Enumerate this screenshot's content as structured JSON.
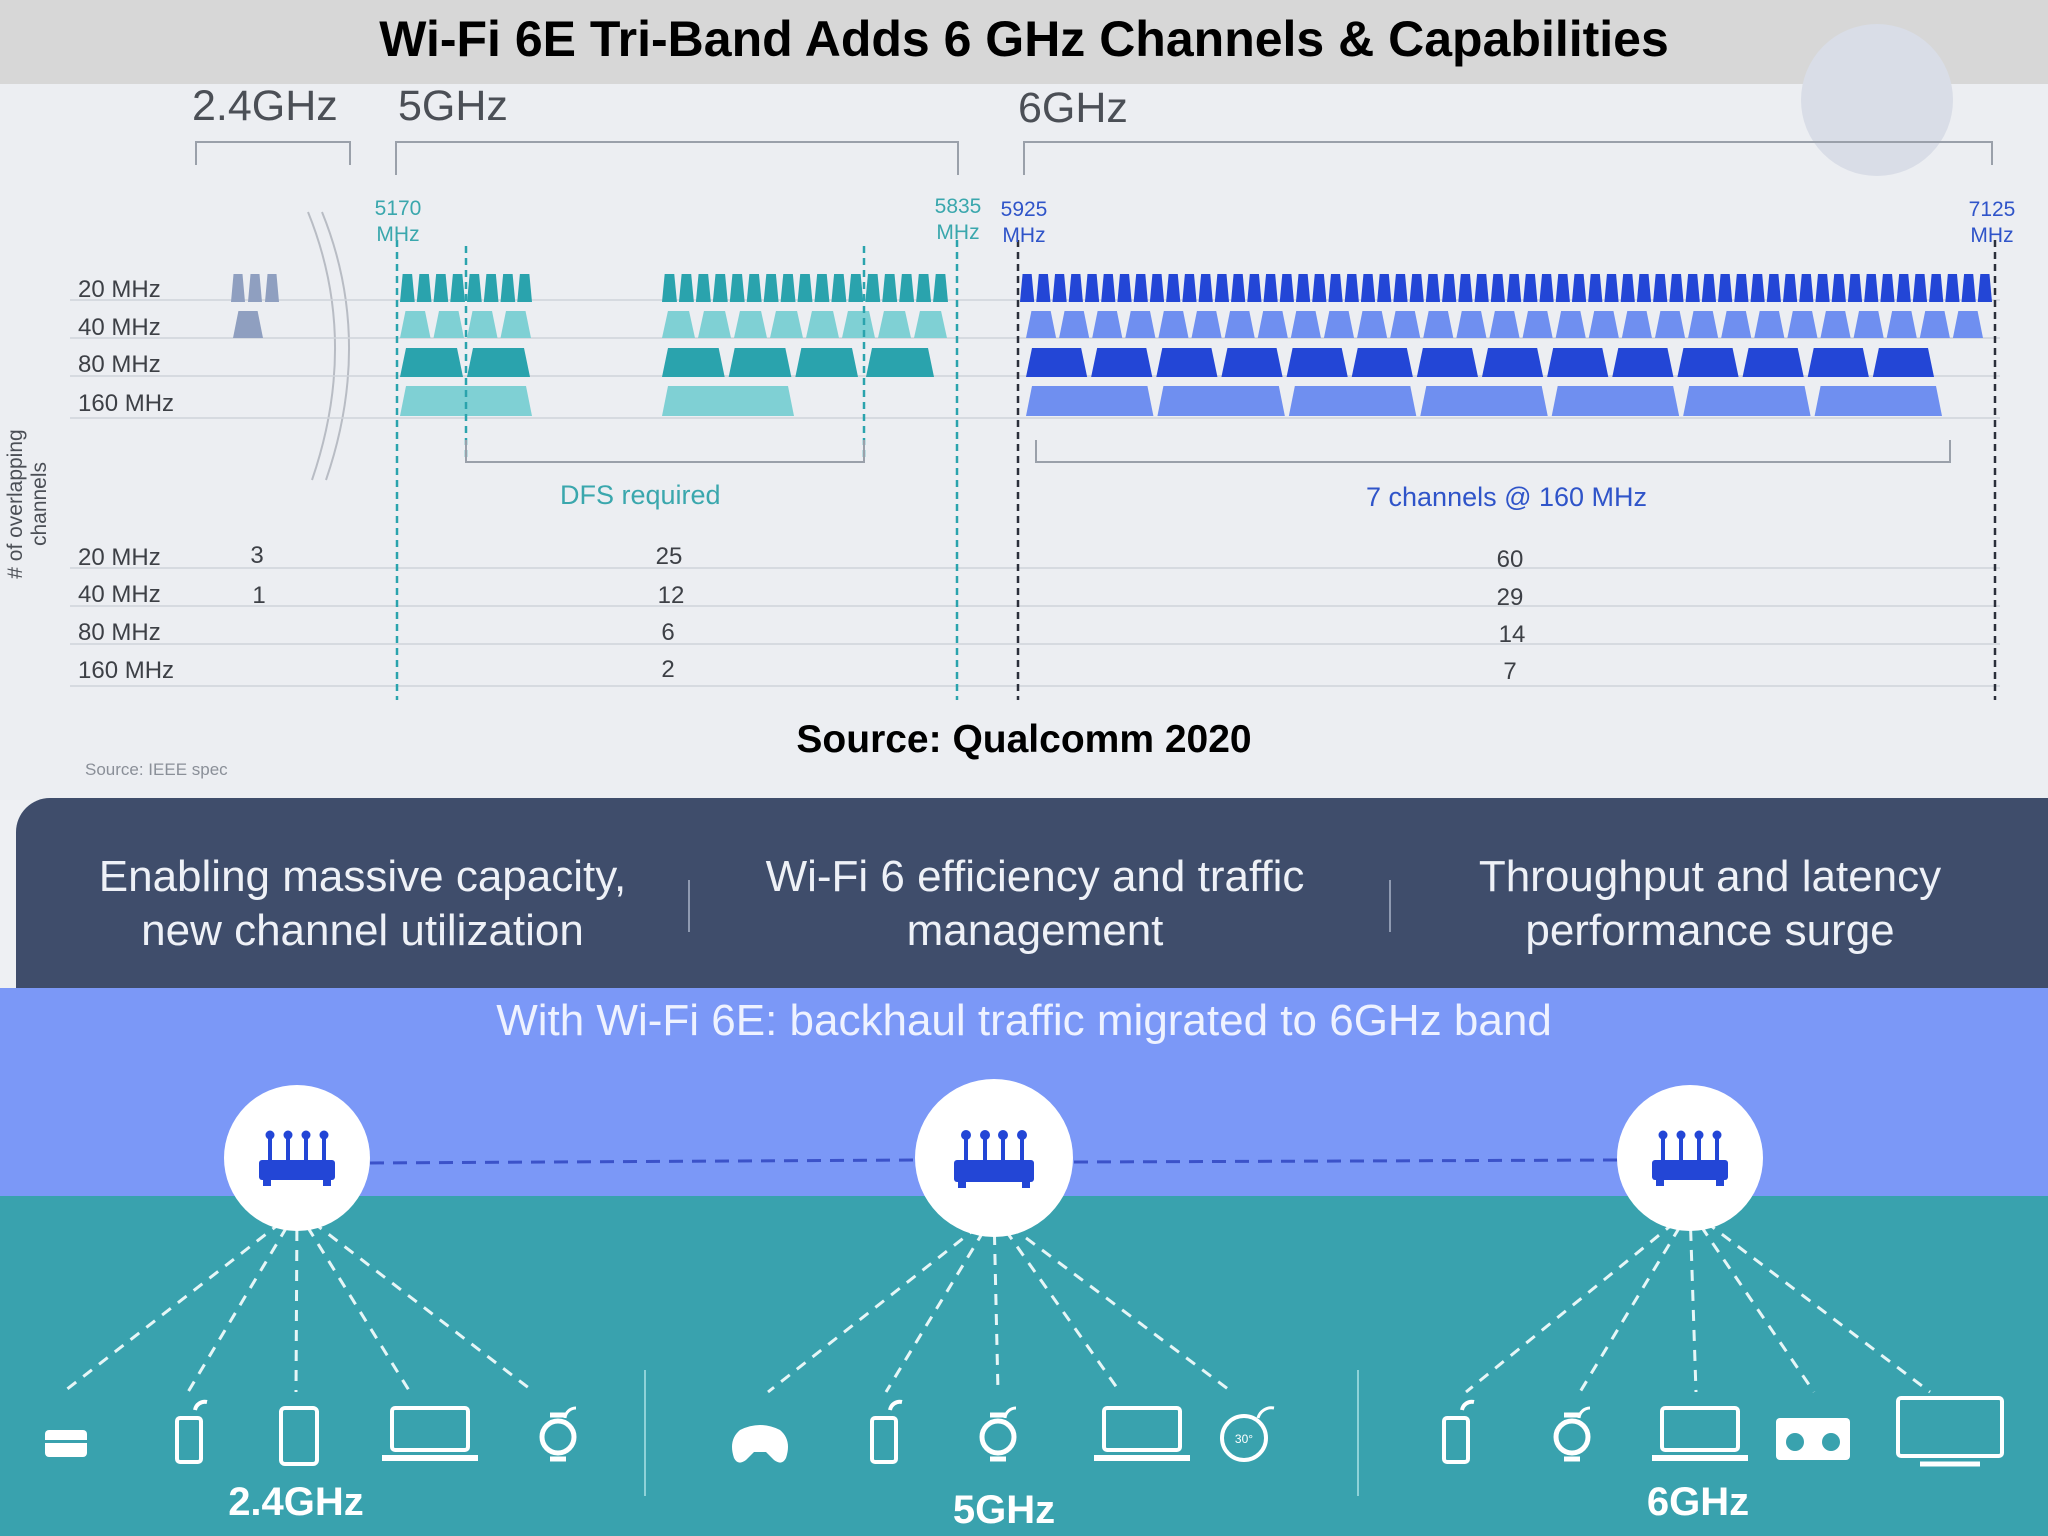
{
  "title": "Wi-Fi 6E Tri-Band Adds 6 GHz Channels & Capabilities",
  "bands": {
    "b24": "2.4GHz",
    "b5": "5GHz",
    "b6": "6GHz"
  },
  "freq_markers": {
    "f5170": [
      "5170",
      "MHz"
    ],
    "f5835": [
      "5835",
      "MHz"
    ],
    "f5925": [
      "5925",
      "MHz"
    ],
    "f7125": [
      "7125",
      "MHz"
    ]
  },
  "widths": [
    "20 MHz",
    "40 MHz",
    "80 MHz",
    "160 MHz"
  ],
  "y_axis_label": "# of overlapping channels",
  "dfs_label": "DFS required",
  "six_ghz_note": "7 channels @ 160 MHz",
  "channel_counts": {
    "band_24": [
      "3",
      "1",
      "",
      ""
    ],
    "band_5": [
      "25",
      "12",
      "6",
      "2"
    ],
    "band_6": [
      "60",
      "29",
      "14",
      "7"
    ]
  },
  "source_main": "Source: Qualcomm 2020",
  "source_small": "Source: IEEE spec",
  "benefits": [
    [
      "Enabling massive capacity,",
      "new channel utilization"
    ],
    [
      "Wi-Fi 6 efficiency and traffic",
      "management"
    ],
    [
      "Throughput and latency",
      "performance surge"
    ]
  ],
  "backhaul_text": "With Wi-Fi 6E: backhaul traffic migrated to 6GHz band",
  "bottom_labels": [
    "2.4GHz",
    "5GHz",
    "6GHz"
  ],
  "device_groups": [
    [
      "card-icon",
      "phone-icon",
      "tablet-icon",
      "laptop-icon",
      "watch-icon"
    ],
    [
      "gamepad-icon",
      "phone-icon",
      "watch-icon",
      "laptop-icon",
      "thermostat-icon"
    ],
    [
      "phone-icon",
      "watch-icon",
      "laptop-icon",
      "speaker-icon",
      "tv-icon"
    ]
  ],
  "thermostat_text": "30°",
  "colors": {
    "teal_dark": "#2aa3ad",
    "teal_light": "#7fd0d4",
    "blue_dark": "#2346d6",
    "blue_light": "#6f8ff0",
    "panel_dark": "#3f4d6b",
    "band_blue": "#7b98f7",
    "band_teal": "#39a2ae"
  }
}
